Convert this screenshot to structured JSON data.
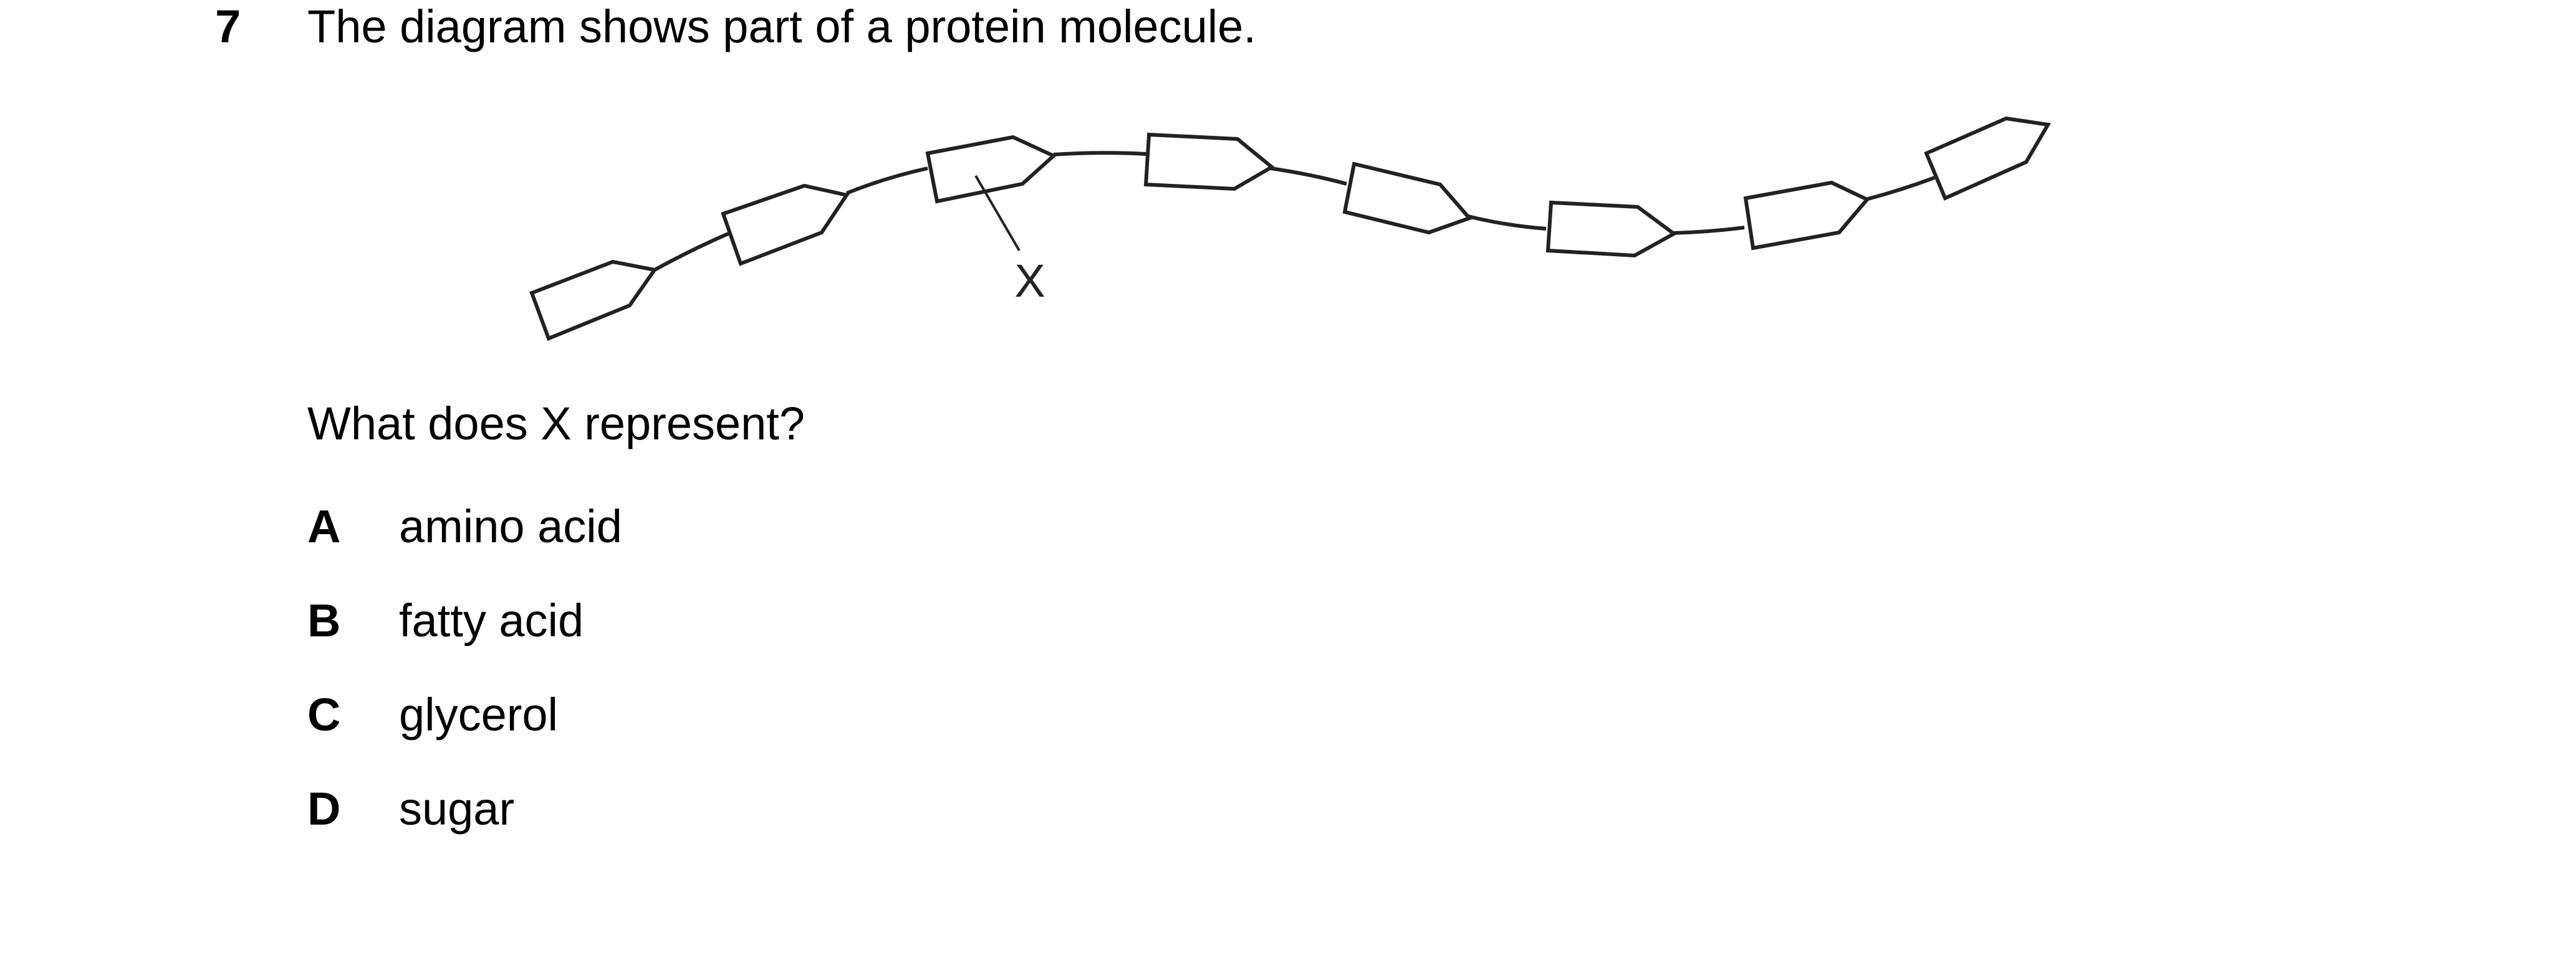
{
  "question": {
    "number": "7",
    "stem": "The diagram shows part of a protein molecule.",
    "prompt": "What does X represent?"
  },
  "diagram": {
    "label": "X"
  },
  "options": [
    {
      "letter": "A",
      "text": "amino acid"
    },
    {
      "letter": "B",
      "text": "fatty acid"
    },
    {
      "letter": "C",
      "text": "glycerol"
    },
    {
      "letter": "D",
      "text": "sugar"
    }
  ]
}
